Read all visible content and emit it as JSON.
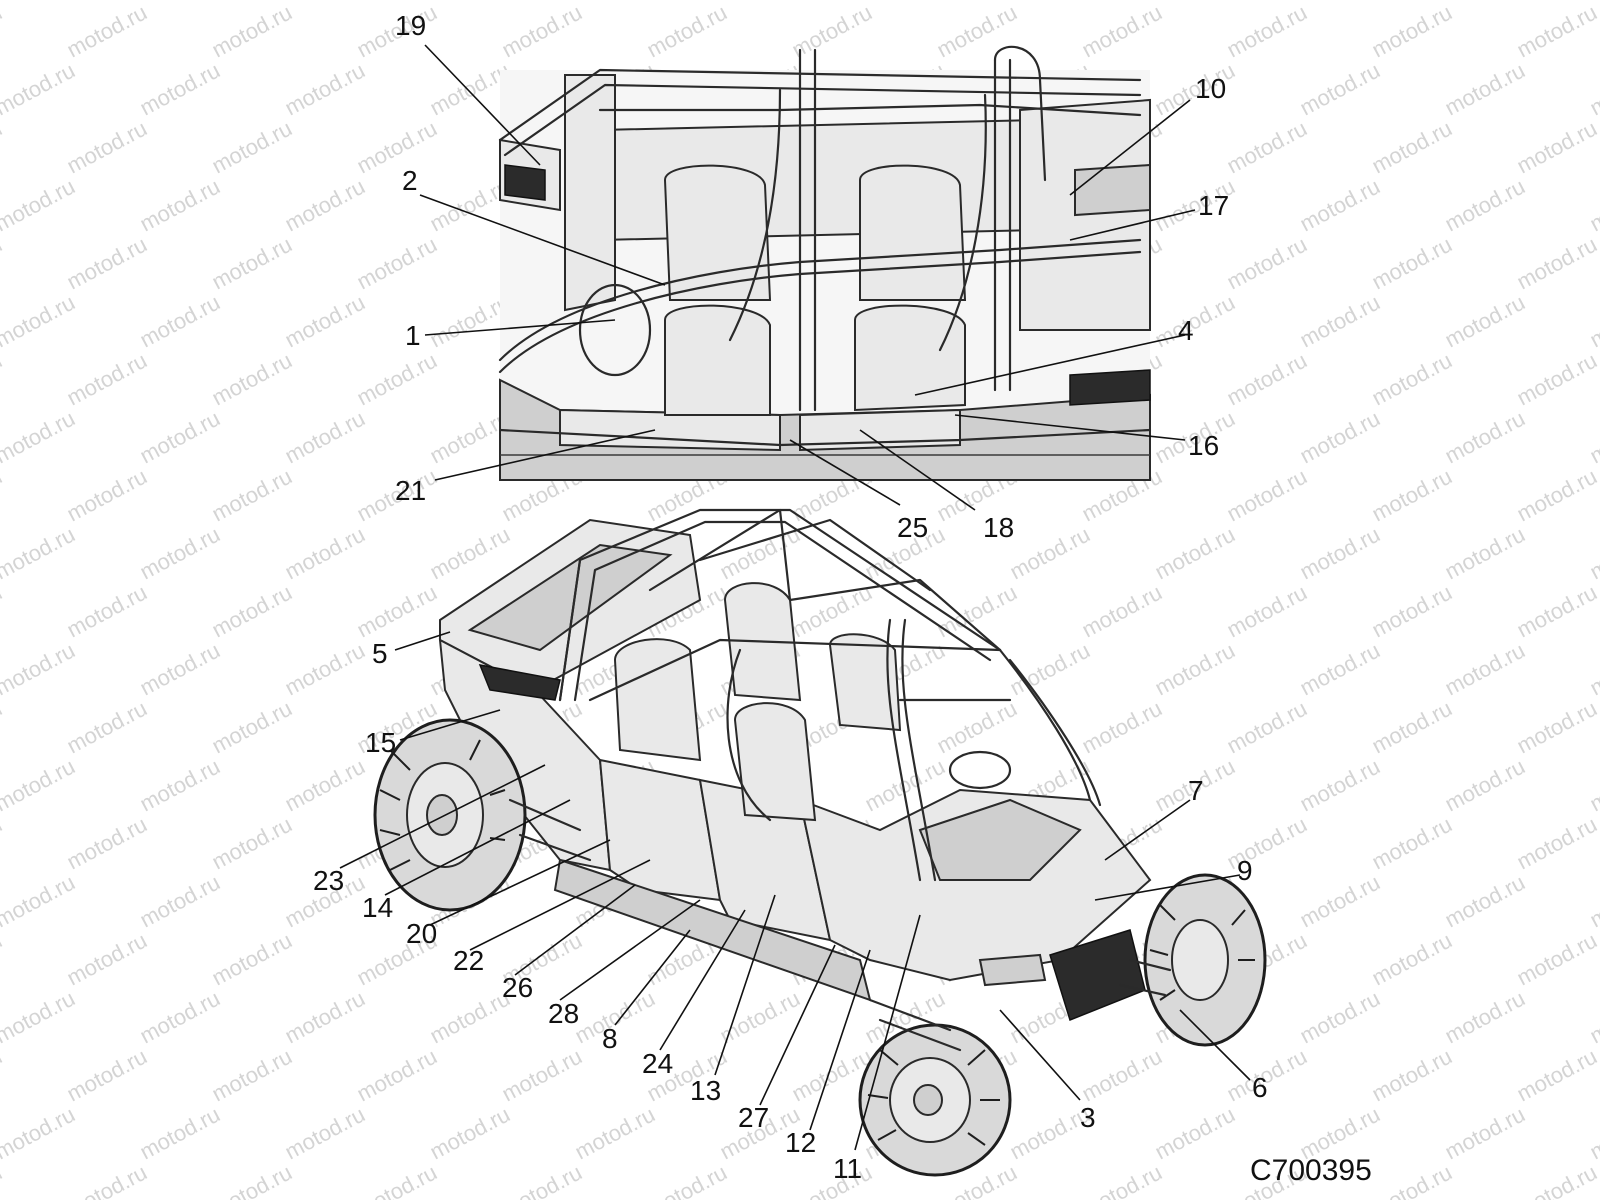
{
  "diagram_code": "C700395",
  "watermark_text": "motod.ru",
  "callouts": {
    "c1": "1",
    "c2": "2",
    "c3": "3",
    "c4": "4",
    "c5": "5",
    "c6": "6",
    "c7": "7",
    "c8": "8",
    "c9": "9",
    "c10": "10",
    "c11": "11",
    "c12": "12",
    "c13": "13",
    "c14": "14",
    "c15": "15",
    "c16": "16",
    "c17": "17",
    "c18": "18",
    "c19": "19",
    "c20": "20",
    "c21": "21",
    "c22": "22",
    "c23": "23",
    "c24": "24",
    "c25": "25",
    "c26": "26",
    "c27": "27",
    "c28": "28"
  },
  "colors": {
    "line": "#2a2a2a",
    "panel_light": "#e9e9e9",
    "panel_mid": "#cfcfcf",
    "panel_dark": "#2b2b2b",
    "watermark": "#d4d4d4"
  }
}
